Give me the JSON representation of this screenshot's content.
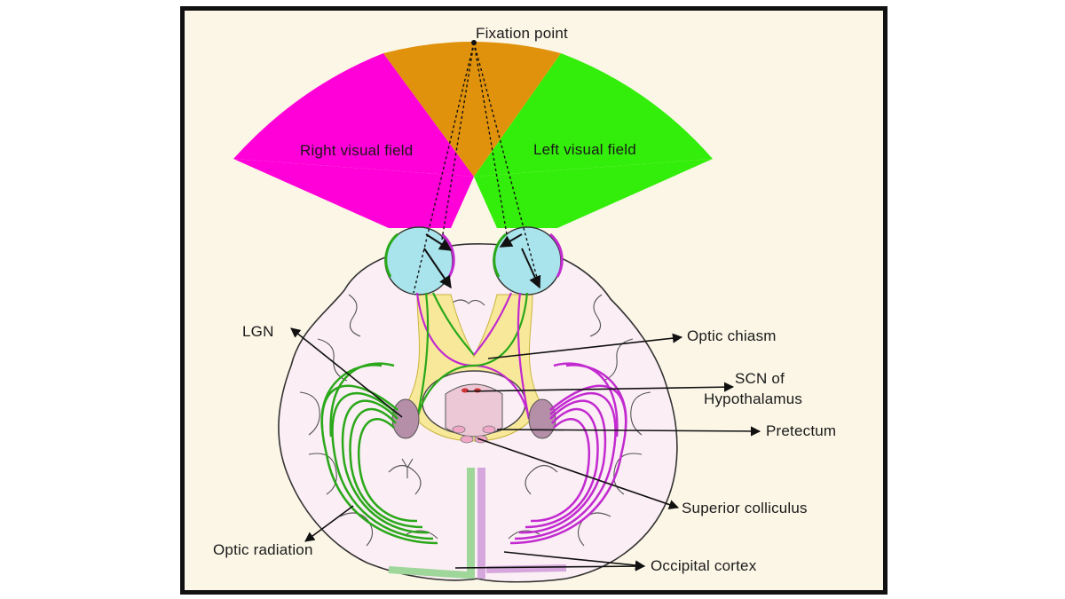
{
  "labels": {
    "fixation_point": "Fixation point",
    "right_visual_field": "Right visual field",
    "left_visual_field": "Left visual field",
    "lgn": "LGN",
    "optic_chiasm": "Optic chiasm",
    "scn_line1": "SCN of",
    "scn_line2": "Hypothalamus",
    "pretectum": "Pretectum",
    "superior_colliculus": "Superior colliculus",
    "optic_radiation": "Optic radiation",
    "occipital_cortex": "Occipital cortex"
  },
  "colors": {
    "frame_background": "#fbf6e6",
    "right_field": "#ff00d8",
    "center_field": "#e0920c",
    "left_field": "#33ee0a",
    "eye": "#a9e3ec",
    "brain": "#fbeef4",
    "chiasm": "#f8e99a",
    "lgn": "#b58ea8",
    "green_pathway": "#2aa81a",
    "magenta_pathway": "#c22ad0"
  }
}
